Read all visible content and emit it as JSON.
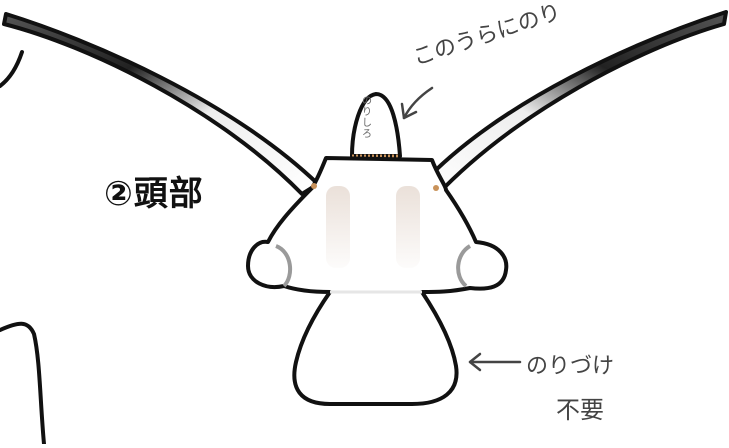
{
  "title": "②頭部",
  "annotations": {
    "back_glue": "このうらにのり",
    "glue_tab": "のりしろ",
    "no_glue": "のりづけ",
    "not_needed": "不要"
  },
  "colors": {
    "outline": "#111111",
    "wing_gradient_dark": "#333333",
    "wing_gradient_light": "#ffffff",
    "glue_tab": "#c9925a",
    "shade_gray": "#9a9a9a",
    "shade_beige": "#e8ddd5"
  },
  "icons": [
    "arrow-left-icon",
    "arrow-pointer-icon"
  ]
}
